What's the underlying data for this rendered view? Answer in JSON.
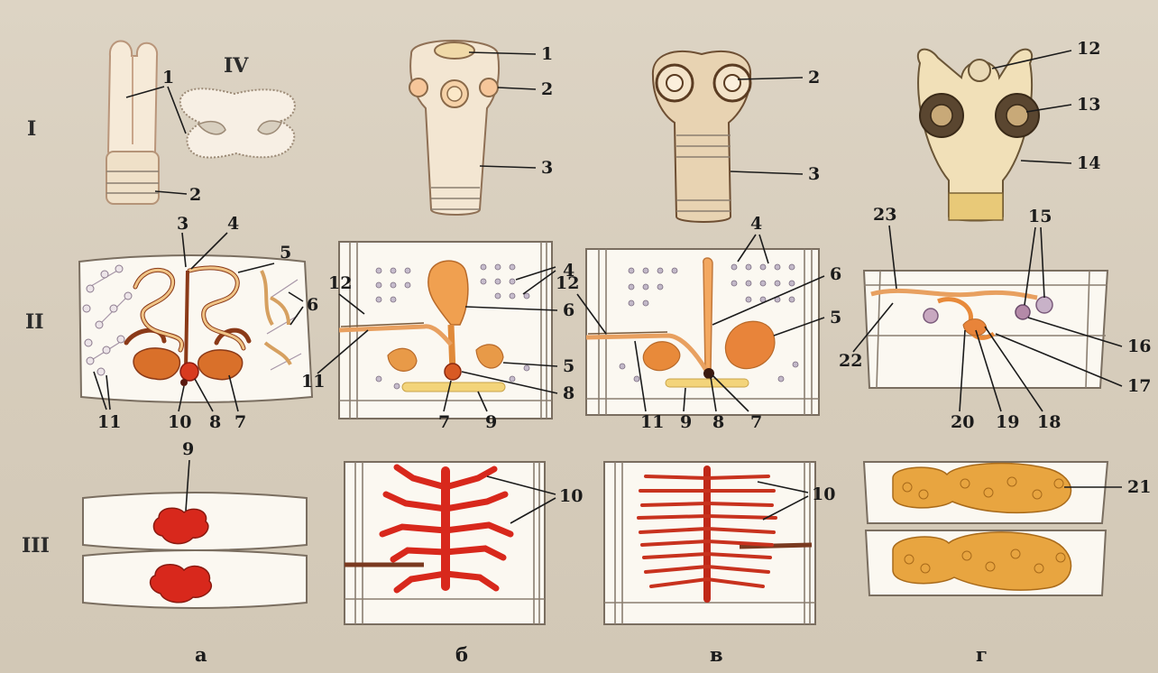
{
  "rows": [
    "I",
    "II",
    "III"
  ],
  "inset_label": "IV",
  "columns": [
    "а",
    "б",
    "в",
    "г"
  ],
  "labels": {
    "a1_1": "1",
    "a1_2": "2",
    "b1_1": "1",
    "b1_2": "2",
    "b1_3": "3",
    "c1_2": "2",
    "c1_3": "3",
    "d1_12": "12",
    "d1_13": "13",
    "d1_14": "14",
    "a2_3": "3",
    "a2_4": "4",
    "a2_5": "5",
    "a2_6": "6",
    "a2_7": "7",
    "a2_8": "8",
    "a2_10": "10",
    "a2_11": "11",
    "b2_4": "4",
    "b2_12": "12",
    "b2_6": "6",
    "b2_5": "5",
    "b2_8": "8",
    "b2_11": "11",
    "b2_7": "7",
    "b2_9": "9",
    "c2_4": "4",
    "c2_12": "12",
    "c2_6": "6",
    "c2_5": "5",
    "c2_11": "11",
    "c2_9": "9",
    "c2_8": "8",
    "c2_7": "7",
    "d2_23": "23",
    "d2_15": "15",
    "d2_16": "16",
    "d2_22": "22",
    "d2_17": "17",
    "d2_20": "20",
    "d2_19": "19",
    "d2_18": "18",
    "a3_9": "9",
    "b3_10": "10",
    "c3_10": "10",
    "d3_21": "21"
  },
  "colors": {
    "background": "#d8cfbf",
    "segment": "#fbf8f1",
    "uterus": "#d83a1f",
    "ovary": "#d9702a",
    "egg_cluster": "#e8a540",
    "label": "#1b1b1b"
  }
}
